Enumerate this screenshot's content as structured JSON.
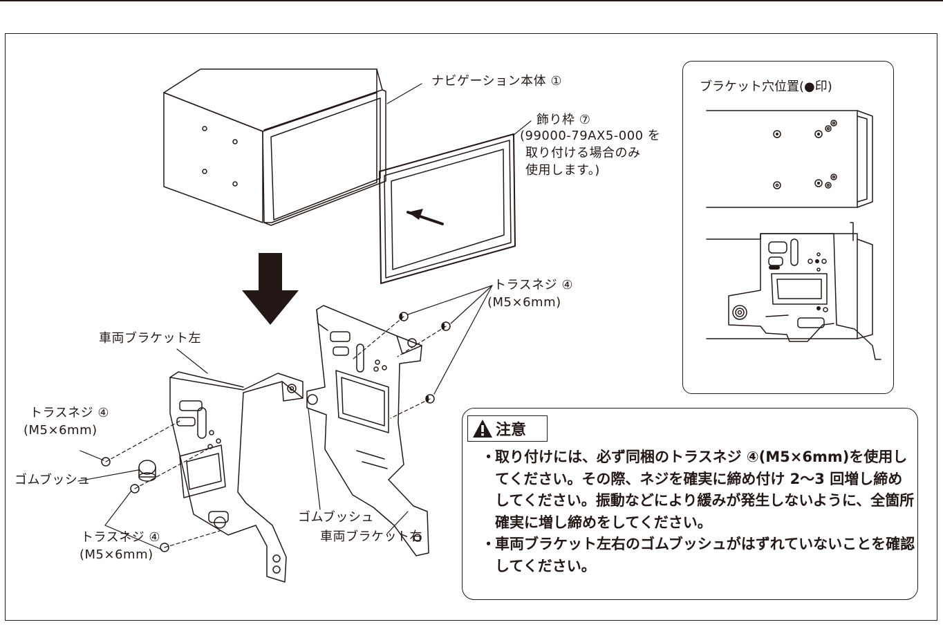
{
  "labels": {
    "nav_unit": "ナビゲーション本体 ①",
    "trim_frame": "飾り枠 ⑦",
    "trim_note_1": "(99000-79AX5-000 を",
    "trim_note_2": "取り付ける場合のみ",
    "trim_note_3": "使用します。)",
    "bracket_left": "車両ブラケット左",
    "bracket_right": "車両ブラケット右",
    "screw_top": "トラスネジ ④",
    "screw_top_size": "(M5×6mm)",
    "screw_left": "トラスネジ ④",
    "screw_left_size": "(M5×6mm)",
    "screw_bottom": "トラスネジ ④",
    "screw_bottom_size": "(M5×6mm)",
    "bushing_left": "ゴムブッシュ",
    "bushing_right": "ゴムブッシュ"
  },
  "inset": {
    "title": "ブラケット穴位置(●印)"
  },
  "caution": {
    "heading": "注意",
    "bullet_mark": "・",
    "bullets": [
      "取り付けには、必ず同梱のトラスネジ ④(M5×6mm)を使用してください。その際、ネジを確実に締め付け 2～3 回増し締めしてください。振動などにより緩みが発生しないように、全箇所確実に増し締めをしてください。",
      "車両ブラケット左右のゴムブッシュがはずれていないことを確認してください。"
    ]
  }
}
